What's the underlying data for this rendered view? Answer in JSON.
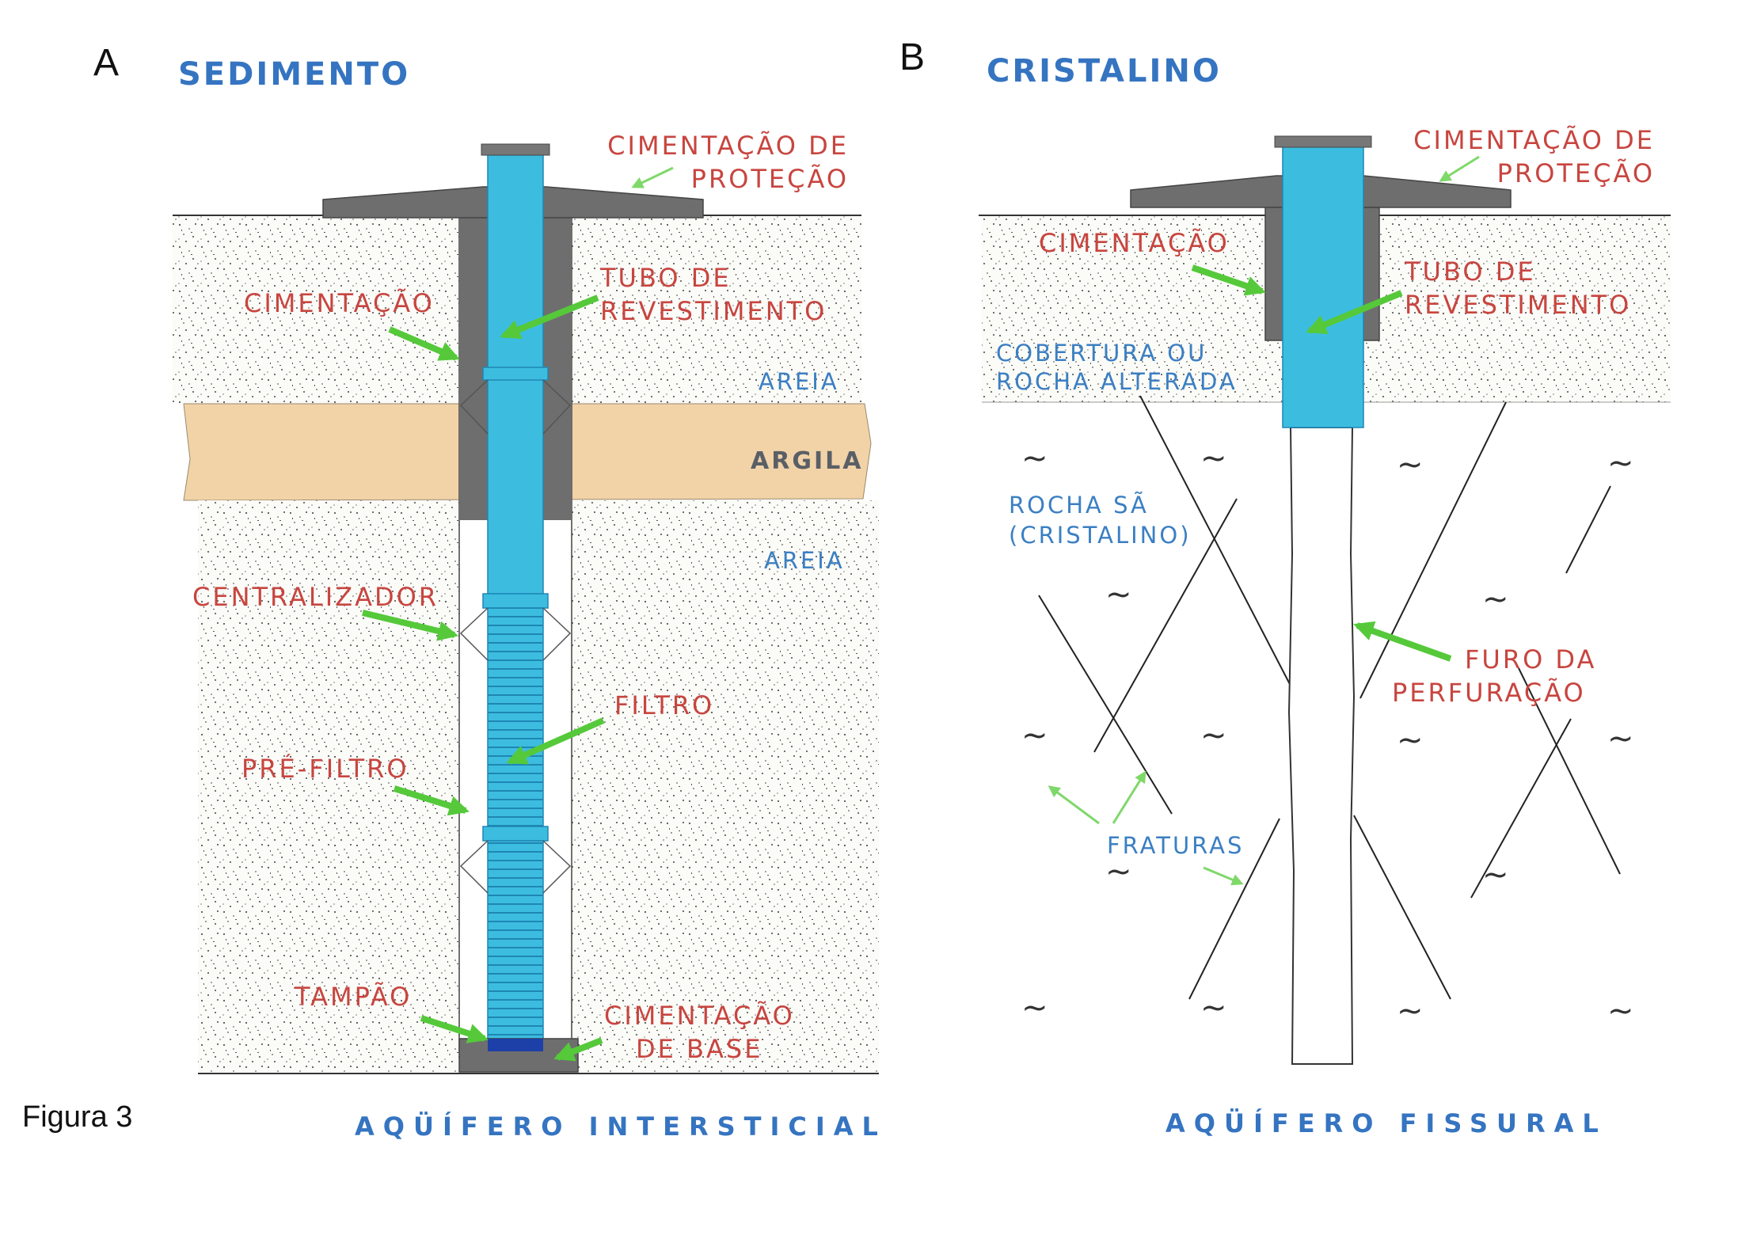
{
  "figure_label": "Figura 3",
  "panel_a": {
    "letter": "A",
    "heading": "SEDIMENTO",
    "labels": {
      "cimentacao_protecao_1": "CIMENTAÇÃO DE",
      "cimentacao_protecao_2": "PROTEÇÃO",
      "tubo_1": "TUBO DE",
      "tubo_2": "REVESTIMENTO",
      "cimentacao": "CIMENTAÇÃO",
      "areia_top": "AREIA",
      "argila": "ARGILA",
      "areia_bottom": "AREIA",
      "centralizador": "CENTRALIZADOR",
      "filtro": "FILTRO",
      "pre_filtro": "PRÉ-FILTRO",
      "tampao": "TAMPÃO",
      "cimentacao_base_1": "CIMENTAÇÃO",
      "cimentacao_base_2": "DE BASE"
    },
    "caption": "AQÜÍFERO INTERSTICIAL"
  },
  "panel_b": {
    "letter": "B",
    "heading": "CRISTALINO",
    "labels": {
      "cimentacao_protecao_1": "CIMENTAÇÃO DE",
      "cimentacao_protecao_2": "PROTEÇÃO",
      "cimentacao": "CIMENTAÇÃO",
      "tubo_1": "TUBO DE",
      "tubo_2": "REVESTIMENTO",
      "cobertura_1": "COBERTURA OU",
      "cobertura_2": "ROCHA ALTERADA",
      "rocha_1": "ROCHA SÃ",
      "rocha_2": "(CRISTALINO)",
      "furo_1": "FURO DA",
      "furo_2": "PERFURAÇÃO",
      "fraturas": "FRATURAS"
    },
    "caption": "AQÜÍFERO FISSURAL"
  },
  "colors": {
    "casing": "#3cbde0",
    "cement": "#6e6e6e",
    "clay": "#f2d3a8",
    "arrow": "#55c93a",
    "label_red": "#c8453f",
    "label_blue": "#3574c1"
  }
}
